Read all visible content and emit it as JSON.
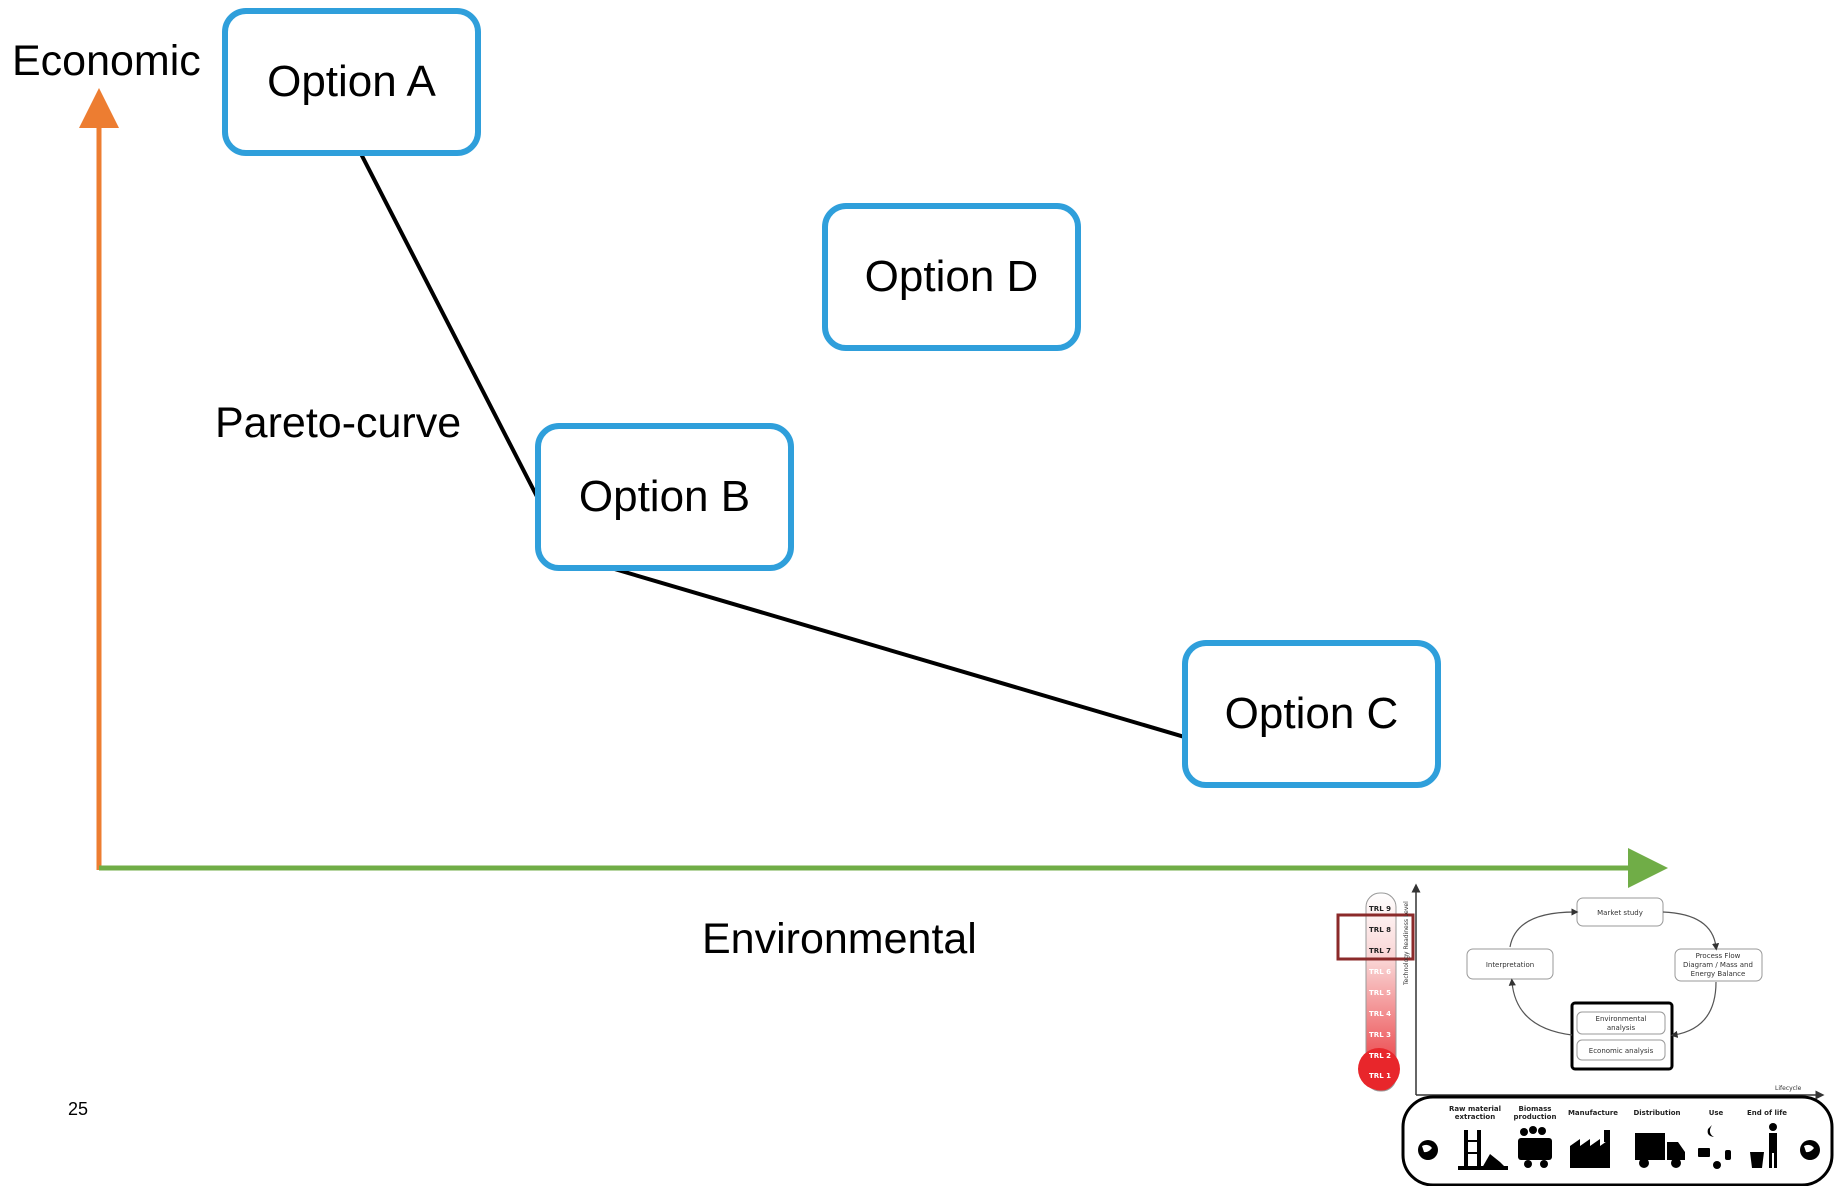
{
  "axes": {
    "y_label": "Economic",
    "x_label": "Environmental",
    "y_color": "#ed7d31",
    "x_color": "#70ad47"
  },
  "curve": {
    "label": "Pareto-curve"
  },
  "options": {
    "a": "Option A",
    "b": "Option B",
    "c": "Option C",
    "d": "Option D",
    "border_color": "#2f9fdb"
  },
  "page_number": "25",
  "inset": {
    "trl_levels": [
      "TRL 9",
      "TRL 8",
      "TRL 7",
      "TRL 6",
      "TRL 5",
      "TRL 4",
      "TRL 3",
      "TRL 2",
      "TRL 1"
    ],
    "y_axis_label": "Technology Readiness Level",
    "x_axis_label": "Lifecycle",
    "nodes": {
      "market": "Market study",
      "interpretation": "Interpretation",
      "process_1": "Process Flow",
      "process_2": "Diagram / Mass and",
      "process_3": "Energy Balance",
      "env_1": "Environmental",
      "env_2": "analysis",
      "econ": "Economic analysis"
    },
    "stages": {
      "s1a": "Raw material",
      "s1b": "extraction",
      "s2a": "Biomass",
      "s2b": "production",
      "s3": "Manufacture",
      "s4": "Distribution",
      "s5": "Use",
      "s6": "End of life"
    }
  }
}
